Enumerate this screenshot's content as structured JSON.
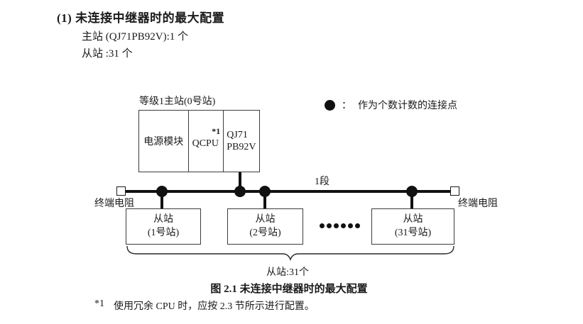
{
  "colors": {
    "ink": "#1a1a1a",
    "line": "#111111",
    "box_border": "#3c3c3c",
    "background": "#ffffff"
  },
  "header": {
    "heading": "(1) 未连接中继器时的最大配置",
    "master_count_line": "主站 (QJ71PB92V):1 个",
    "slave_count_line": "从站 :31 个"
  },
  "legend": {
    "separator": "：",
    "label": "作为个数计数的连接点"
  },
  "diagram": {
    "master_station_label": "等级1主站(0号站)",
    "master_modules": {
      "power_module": "电源模块",
      "cpu": "QCPU",
      "cpu_footnote_ref": "*1",
      "pb92v_line1": "QJ71",
      "pb92v_line2": "PB92V"
    },
    "segment_label": "1段",
    "left_terminator_label": "终端电阻",
    "right_terminator_label": "终端电阻",
    "slave_boxes": [
      {
        "line1": "从站",
        "line2": "(1号站)"
      },
      {
        "line1": "从站",
        "line2": "(2号站)"
      },
      {
        "line1": "从站",
        "line2": "(31号站)"
      }
    ],
    "ellipsis_dot_count": 6,
    "brace_label": "从站:31个"
  },
  "caption": "图 2.1 未连接中继器时的最大配置",
  "footnote": {
    "marker": "*1",
    "text": "使用冗余 CPU 时，应按 2.3 节所示进行配置。"
  }
}
